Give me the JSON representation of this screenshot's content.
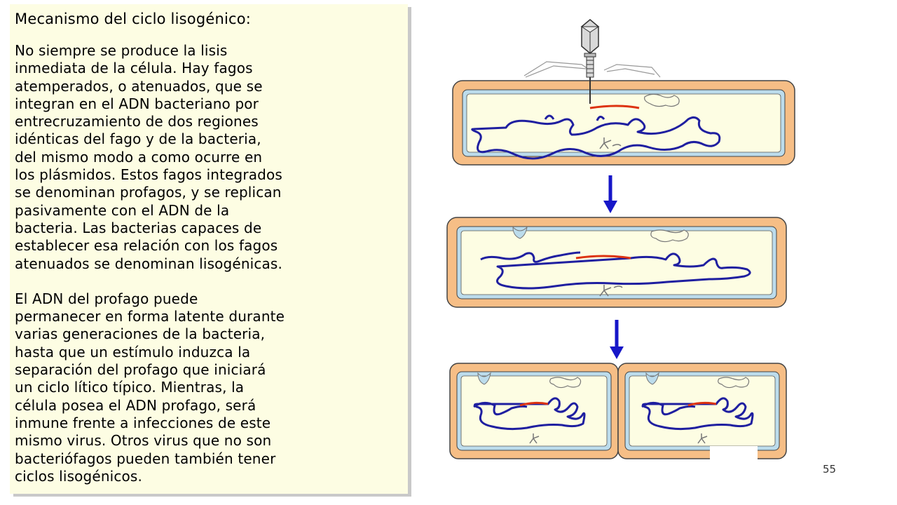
{
  "slide": {
    "title": "Mecanismo del ciclo lisogénico:",
    "paragraph_1": " No siempre se produce la lisis\ninmediata de la célula. Hay fagos\natemperados, o atenuados, que se\nintegran en el ADN bacteriano por\nentrecruzamiento de dos regiones\nidénticas del fago y de la bacteria,\ndel mismo modo a como ocurre en\nlos plásmidos. Estos fagos integrados\nse denominan profagos, y se replican\npasivamente con el ADN de la\nbacteria. Las bacterias capaces de\nestablecer esa relación con los fagos\natenuados se denominan lisogénicas.",
    "paragraph_2": "El ADN del profago puede\npermanecer en forma latente durante\nvarias generaciones de la bacteria,\nhasta que un estímulo induzca la\nseparación del profago que iniciará\nun ciclo lítico típico. Mientras, la\ncélula posea el ADN profago, será\ninmune frente a infecciones de este\nmismo virus. Otros virus que no son\nbacteriófagos pueden también tener\nciclos lisogénicos.",
    "page_number": "55"
  },
  "colors": {
    "panel_background": "#fdfde3",
    "cell_wall": "#f6be86",
    "cell_membrane": "#bcdcec",
    "cytoplasm": "#fdfde3",
    "bacterial_dna": "#1f1fa0",
    "phage_dna": "#dd3311",
    "arrow": "#1616c8"
  },
  "icons": {
    "phage": "bacteriophage-icon",
    "arrow": "arrow-down-icon"
  }
}
